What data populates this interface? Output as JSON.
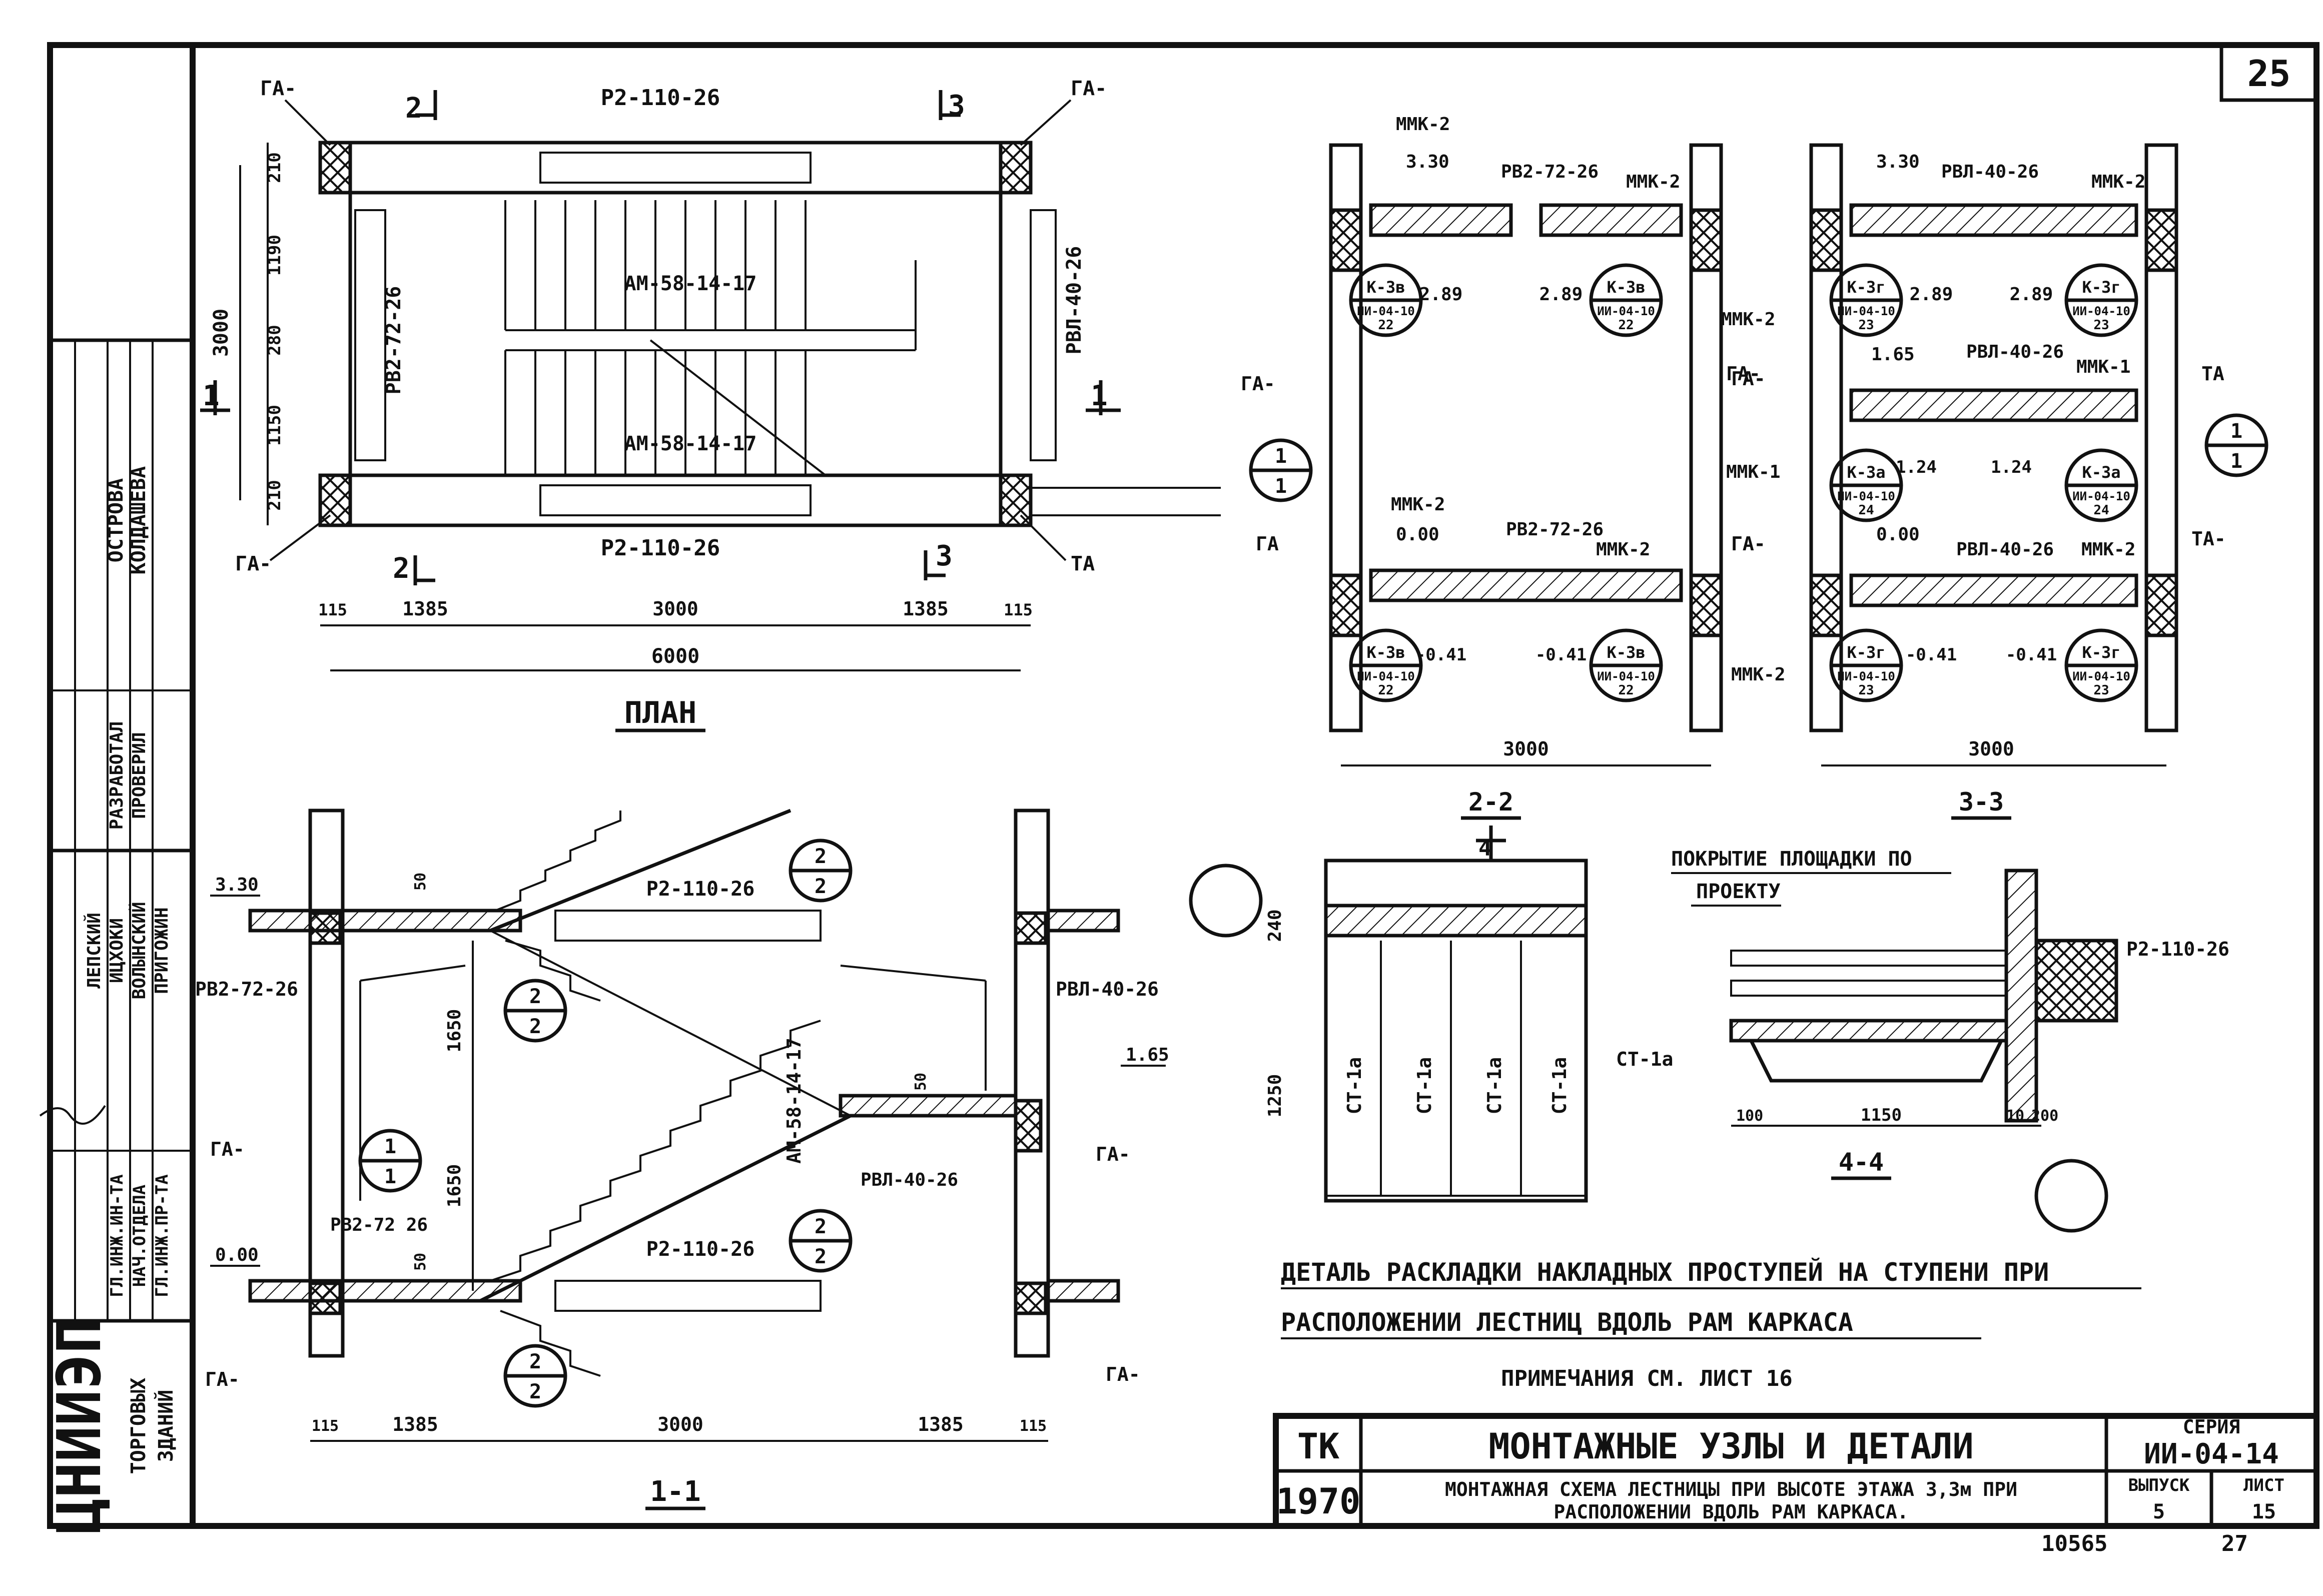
{
  "sheet": {
    "number": "25",
    "bottom_left_mark": "10565",
    "bottom_right_mark": "27"
  },
  "side_stamp": {
    "org": "ЦНИИЭП",
    "org_sub": [
      "ТОРГОВЫХ",
      "ЗДАНИЙ"
    ],
    "roles": [
      "ГЛ.ИНЖ.ИН-ТА",
      "НАЧ.ОТДЕЛА",
      "ГЛ.ИНЖ.ПР-ТА"
    ],
    "names": [
      "ЛЕПСКИЙ",
      "ИЦХОКИ",
      "ВОЛЫНСКИЙ",
      "ПРИГОЖИН"
    ],
    "roles2": [
      "РАЗРАБОТАЛ",
      "ПРОВЕРИЛ"
    ],
    "names2": [
      "ОСТРОВА",
      "КОЛДАШЕВА"
    ]
  },
  "title_block": {
    "tk": "ТК",
    "year": "1970",
    "title": "МОНТАЖНЫЕ УЗЛЫ И ДЕТАЛИ",
    "subtitle_1": "МОНТАЖНАЯ СХЕМА ЛЕСТНИЦЫ ПРИ ВЫСОТЕ ЭТАЖА 3,3м ПРИ",
    "subtitle_2": "РАСПОЛОЖЕНИИ ВДОЛЬ РАМ КАРКАСА.",
    "series_label": "СЕРИЯ",
    "series": "ИИ-04-14",
    "issue_label": "ВЫПУСК",
    "issue": "5",
    "sheet_label": "ЛИСТ",
    "sheet": "15"
  },
  "plan": {
    "caption": "ПЛАН",
    "labels": {
      "ga_tl": "ГА-",
      "ga_tr": "ГА-",
      "ga_bl": "ГА-",
      "ta_br": "ТА",
      "beam_top": "Р2-110-26",
      "beam_bottom": "Р2-110-26",
      "flight_1": "АМ-58-14-17",
      "flight_2": "АМ-58-14-17",
      "rvl_right": "РВЛ-40-26",
      "rv2_left": "РВ2-72-26",
      "sec2_top": "2",
      "sec3_top": "3",
      "sec2_bot": "2",
      "sec3_bot": "3",
      "sec1_left": "1",
      "sec1_right": "1"
    },
    "dims_v": [
      "210",
      "1190",
      "280",
      "1150",
      "210",
      "3000"
    ],
    "dims_h": [
      "115",
      "1385",
      "3000",
      "1385",
      "115"
    ],
    "dim_total": "6000"
  },
  "section_11": {
    "caption": "1-1",
    "labels": {
      "elev_top": "3.30",
      "elev_mid": "1.65",
      "elev_bot": "0.00",
      "beam_top": "Р2-110-26",
      "beam_bot": "Р2-110-26",
      "rv2_top": "РВ2-72-26",
      "rv2_bot": "РВ2-72 26",
      "rvl_right": "РВЛ-40-26",
      "rvl_right2": "РВЛ-40-26",
      "flight": "АМ-58-14-17",
      "ga_left": "ГА-",
      "ga_right": "ГА-",
      "ga_bl": "ГА-",
      "ga_br": "ГА-",
      "d50a": "50",
      "d50b": "50",
      "d50c": "50",
      "h1650a": "1650",
      "h1650b": "1650"
    },
    "circles": [
      {
        "top": "2",
        "bot": "2"
      },
      {
        "top": "2",
        "bot": "2"
      },
      {
        "top": "1",
        "bot": "1"
      },
      {
        "top": "2",
        "bot": "2"
      },
      {
        "top": "2",
        "bot": "2"
      }
    ],
    "dims_h": [
      "115",
      "1385",
      "3000",
      "1385",
      "115"
    ]
  },
  "section_22": {
    "caption": "2-2",
    "labels": {
      "mmk_tl": "ММК-2",
      "elev_top": "3.30",
      "rv2_top": "РВ2-72-26",
      "mmk_tr": "ММК-2",
      "d_289a": "2.89",
      "d_289b": "2.89",
      "ga_left": "ГА-",
      "ga_right": "ГА-",
      "mmk_r": "ММК-2",
      "mmk_ml": "ММК-2",
      "elev_bot": "0.00",
      "rv2_bot": "РВ2-72-26",
      "mmk_mr": "ММК-2",
      "ga_bl": "ГА",
      "ga_br": "ГА-",
      "d_041a": "-0.41",
      "d_041b": "-0.41",
      "mmk_b": "ММК-2",
      "dim": "3000"
    },
    "nodes": [
      {
        "k": "К-3в",
        "s": "ИИ-04-10",
        "n": "22"
      },
      {
        "k": "К-3в",
        "s": "ИИ-04-10",
        "n": "22"
      },
      {
        "k": "К-3в",
        "s": "ИИ-04-10",
        "n": "22"
      },
      {
        "k": "К-3в",
        "s": "ИИ-04-10",
        "n": "22"
      }
    ],
    "circle": {
      "top": "1",
      "bot": "1"
    }
  },
  "section_33": {
    "caption": "3-3",
    "labels": {
      "elev_top": "3.30",
      "rvl_top": "РВЛ-40-26",
      "mmk_tr": "ММК-2",
      "d_289a": "2.89",
      "d_289b": "2.89",
      "elev_mid": "1.65",
      "rvl_mid": "РВЛ-40-26",
      "mmk1_r": "ММК-1",
      "d_124a": "1.24",
      "d_124b": "1.24",
      "mmk1_l": "ММК-1",
      "elev_bot": "0.00",
      "rvl_bot": "РВЛ-40-26",
      "mmk2_r": "ММК-2",
      "d_041a": "-0.41",
      "d_041b": "-0.41",
      "ta_r": "ТА",
      "ta_r2": "ТА-",
      "ga_l": "ГА-",
      "ga_l2": "ГА-",
      "dim": "3000"
    },
    "nodes": [
      {
        "k": "К-3г",
        "s": "ИИ-04-10",
        "n": "23"
      },
      {
        "k": "К-3г",
        "s": "ИИ-04-10",
        "n": "23"
      },
      {
        "k": "К-3а",
        "s": "ИИ-04-10",
        "n": "24"
      },
      {
        "k": "К-3а",
        "s": "ИИ-04-10",
        "n": "24"
      },
      {
        "k": "К-3г",
        "s": "ИИ-04-10",
        "n": "23"
      },
      {
        "k": "К-3г",
        "s": "ИИ-04-10",
        "n": "23"
      }
    ],
    "circle": {
      "top": "1",
      "bot": "1"
    }
  },
  "detail_44": {
    "caption": "4-4",
    "labels": {
      "note_1": "ПОКРЫТИЕ ПЛОЩАДКИ ПО",
      "note_2": "ПРОЕКТУ",
      "beam": "Р2-110-26",
      "st": "СТ-1а",
      "d1": "100",
      "d2": "1150",
      "d3": "10",
      "d4": "200"
    }
  },
  "detail_steps": {
    "labels": {
      "sec": "4",
      "h_240": "240",
      "h_1250": "1250",
      "st": [
        "СТ-1а",
        "СТ-1а",
        "СТ-1а",
        "СТ-1а"
      ]
    }
  },
  "caption_detail_1": "ДЕТАЛЬ РАСКЛАДКИ НАКЛАДНЫХ ПРОСТУПЕЙ НА СТУПЕНИ ПРИ",
  "caption_detail_2": "РАСПОЛОЖЕНИИ ЛЕСТНИЦ ВДОЛЬ РАМ КАРКАСА",
  "note": "ПРИМЕЧАНИЯ СМ. ЛИСТ 16"
}
